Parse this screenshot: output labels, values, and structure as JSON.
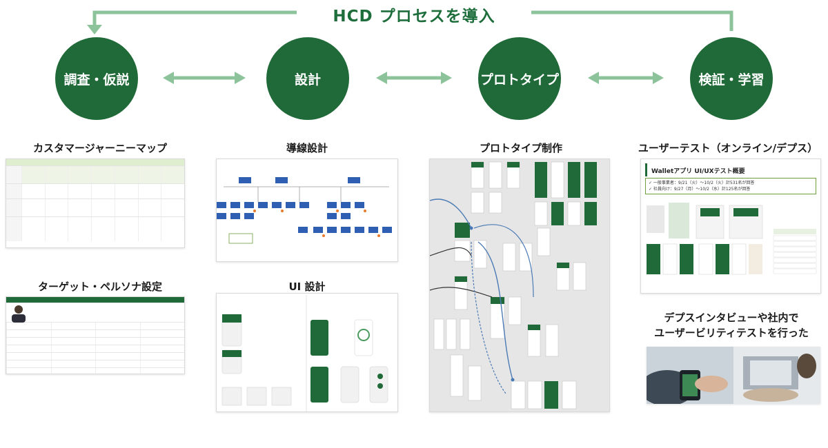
{
  "title": "HCD プロセスを導入",
  "colors": {
    "brand_green": "#1f6a38",
    "arrow_green": "#8dc39a",
    "title_green": "#1e6e3c"
  },
  "phases": [
    {
      "label": "調査・仮説"
    },
    {
      "label": "設計"
    },
    {
      "label": "プロトタイプ"
    },
    {
      "label": "検証・学習"
    }
  ],
  "sections": {
    "journey": {
      "heading": "カスタマージャーニーマップ"
    },
    "persona": {
      "heading": "ターゲット・ペルソナ設定"
    },
    "flow": {
      "heading": "導線設計"
    },
    "ui": {
      "heading": "UI 設計"
    },
    "proto": {
      "heading": "プロトタイプ制作"
    },
    "usertest": {
      "heading": "ユーザーテスト（オンライン/デプス）"
    },
    "interview": {
      "caption_line1": "デプスインタビューや社内で",
      "caption_line2": "ユーザービリティテストを行った"
    }
  },
  "usertest_doc": {
    "title": "Walletアプリ UI/UXテスト概要",
    "line1": "✓ 一般事業者：9/21（火）〜10/2（火）計531名が回答",
    "line2": "✓ 社員向け：9/27（月）〜10/2（水）計125名が回答"
  }
}
